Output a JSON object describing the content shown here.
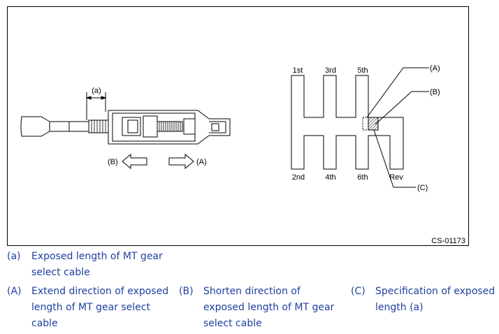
{
  "diagram": {
    "labels": {
      "a": "(a)",
      "A": "(A)",
      "B": "(B)",
      "C": "(C)"
    },
    "gears": {
      "first": "1st",
      "third": "3rd",
      "fifth": "5th",
      "second": "2nd",
      "fourth": "4th",
      "sixth": "6th",
      "reverse": "Rev"
    },
    "figure_id": "CS-01173"
  },
  "legend": {
    "a": {
      "key": "(a)",
      "line1": "Exposed length of MT gear",
      "line2": "select cable"
    },
    "A": {
      "key": "(A)",
      "line1": "Extend direction of exposed",
      "line2": "length of MT gear select",
      "line3": "cable"
    },
    "B": {
      "key": "(B)",
      "line1": "Shorten direction of",
      "line2": "exposed length of MT gear",
      "line3": "select cable"
    },
    "C": {
      "key": "(C)",
      "line1": "Specification of exposed",
      "line2": "length (a)"
    }
  }
}
